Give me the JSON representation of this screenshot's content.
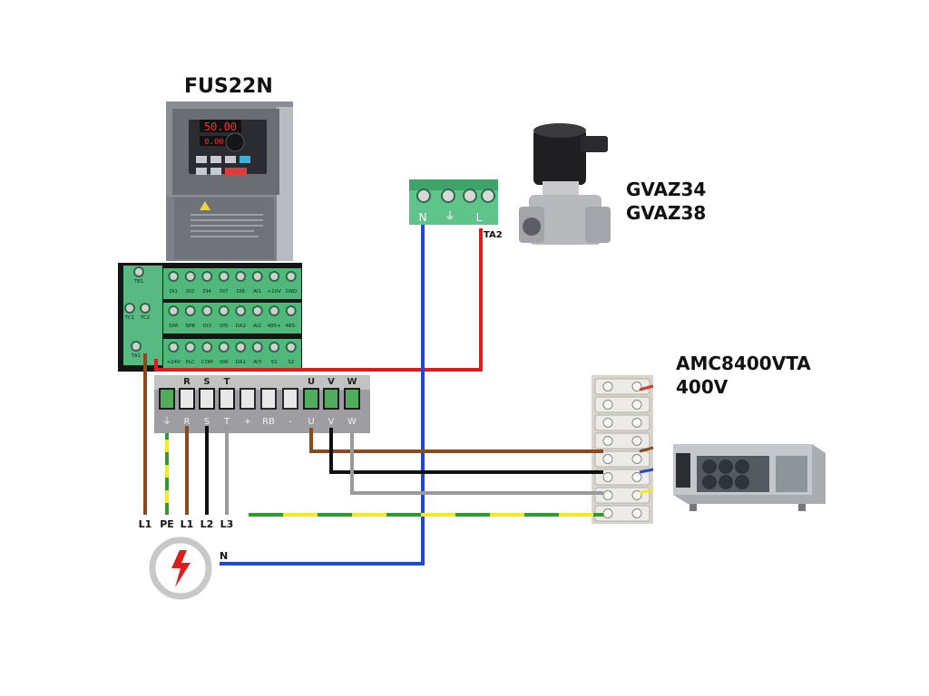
{
  "labels": {
    "inverter_model": "FUS22N",
    "valve_model_1": "GVAZ34",
    "valve_model_2": "GVAZ38",
    "unit_model": "AMC8400VTA",
    "unit_voltage": "400V",
    "ta2": "TA2",
    "neutral": "N",
    "bottom_wires": [
      "L1",
      "PE",
      "L1",
      "L2",
      "L3"
    ]
  },
  "inverter_display": {
    "main": "50.00",
    "secondary": "0.00"
  },
  "valve_terminal": [
    "N",
    "L"
  ],
  "control_terminals": {
    "row1": [
      "DI1",
      "DI2",
      "DI4",
      "DI7",
      "DI8",
      "AI1",
      "+10V",
      "GND"
    ],
    "row2": [
      "SPA",
      "SPB",
      "DI3",
      "DI5",
      "DA2",
      "AI2",
      "485+",
      "485-"
    ],
    "row3": [
      "+24V",
      "PLC",
      "COM",
      "DI6",
      "DA1",
      "AI3",
      "S1",
      "S2"
    ],
    "relay": [
      "TB1",
      "TC1",
      "TC2",
      "TA1"
    ]
  },
  "power_terminals": {
    "top": [
      "R",
      "S",
      "T",
      "U",
      "V",
      "W"
    ],
    "bottom": [
      "⏚",
      "R",
      "S",
      "T",
      "+",
      "RB",
      "-",
      "U",
      "V",
      "W"
    ]
  },
  "colors": {
    "brown": "#8B4A1C",
    "black": "#111111",
    "grey": "#9a9a9a",
    "red": "#e01b1b",
    "blue": "#1c49d6",
    "yellow": "#f2ea22",
    "green": "#2f9a2f",
    "terminal_green": "#4fb87a"
  }
}
